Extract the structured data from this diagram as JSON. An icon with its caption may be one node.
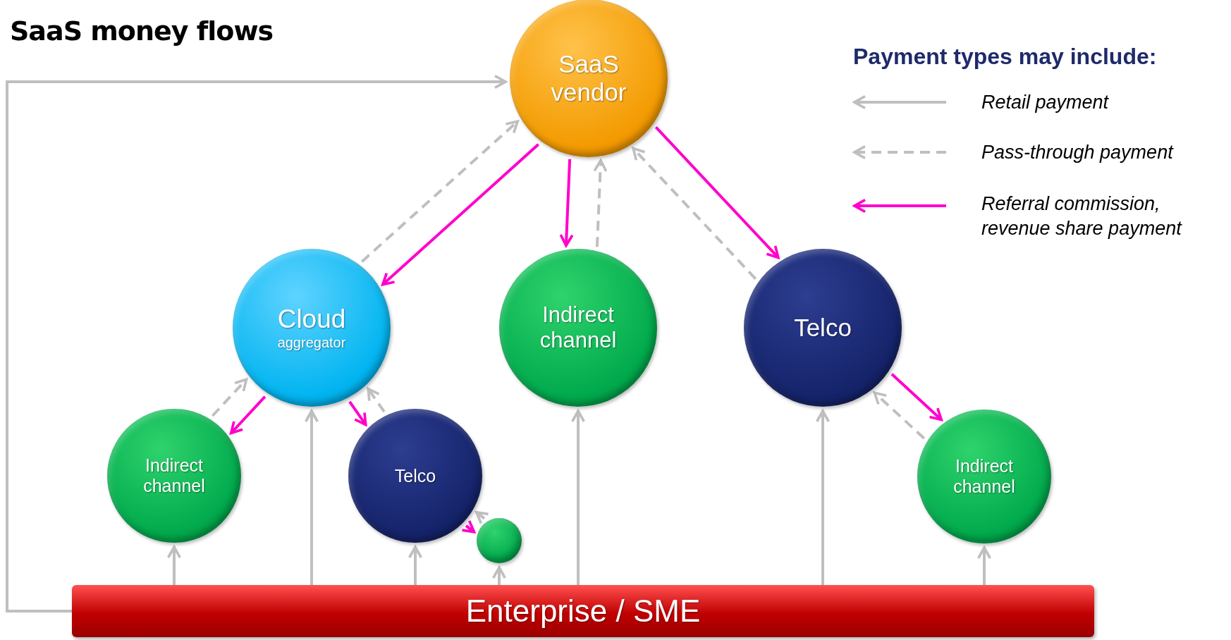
{
  "diagram": {
    "title": "SaaS money flows",
    "nodes": [
      {
        "text": [
          "SaaS vendor"
        ]
      },
      {
        "text": [
          "Cloud",
          "aggregator"
        ]
      },
      {
        "text": [
          "Indirect channel"
        ]
      },
      {
        "text": [
          "Telco"
        ]
      },
      {
        "text": [
          "Indirect channel"
        ]
      },
      {
        "text": [
          "Telco"
        ]
      },
      {
        "text": [],
        "shape": "circle"
      },
      {
        "text": [
          "Indirect channel"
        ]
      },
      {
        "text": [
          "Enterprise / SME"
        ]
      }
    ],
    "edges": [
      {
        "from": 8,
        "to": 0,
        "arrow": "to"
      },
      {
        "from": 8,
        "to": 4,
        "arrow": "to"
      },
      {
        "from": 8,
        "to": 1,
        "arrow": "to"
      },
      {
        "from": 8,
        "to": 5,
        "arrow": "to"
      },
      {
        "from": 8,
        "to": 6,
        "arrow": "to"
      },
      {
        "from": 8,
        "to": 2,
        "arrow": "to"
      },
      {
        "from": 8,
        "to": 3,
        "arrow": "to"
      },
      {
        "from": 8,
        "to": 7,
        "arrow": "to"
      },
      {
        "from": 1,
        "to": 0,
        "arrow": "to",
        "style": "dashed"
      },
      {
        "from": 0,
        "to": 1,
        "arrow": "to",
        "color": "#ff00cc"
      },
      {
        "from": 0,
        "to": 2,
        "arrow": "to",
        "color": "#ff00cc"
      },
      {
        "from": 2,
        "to": 0,
        "arrow": "to",
        "style": "dashed"
      },
      {
        "from": 3,
        "to": 0,
        "arrow": "to",
        "style": "dashed"
      },
      {
        "from": 0,
        "to": 3,
        "arrow": "to",
        "color": "#ff00cc"
      },
      {
        "from": 4,
        "to": 1,
        "arrow": "to",
        "style": "dashed"
      },
      {
        "from": 1,
        "to": 4,
        "arrow": "to",
        "color": "#ff00cc"
      },
      {
        "from": 1,
        "to": 5,
        "arrow": "to",
        "color": "#ff00cc"
      },
      {
        "from": 5,
        "to": 1,
        "arrow": "to",
        "style": "dashed"
      },
      {
        "from": 6,
        "to": 5,
        "arrow": "to",
        "style": "dashed"
      },
      {
        "from": 5,
        "to": 6,
        "arrow": "to",
        "color": "#ff00cc"
      },
      {
        "from": 3,
        "to": 7,
        "arrow": "to",
        "color": "#ff00cc"
      },
      {
        "from": 7,
        "to": 3,
        "arrow": "to",
        "style": "dashed"
      }
    ],
    "labels": [
      "Payment types may include:"
    ],
    "legend": [
      {
        "text": "Retail payment"
      },
      {
        "text": "Pass-through payment"
      },
      {
        "text": "Referral commission, revenue share payment"
      }
    ]
  }
}
